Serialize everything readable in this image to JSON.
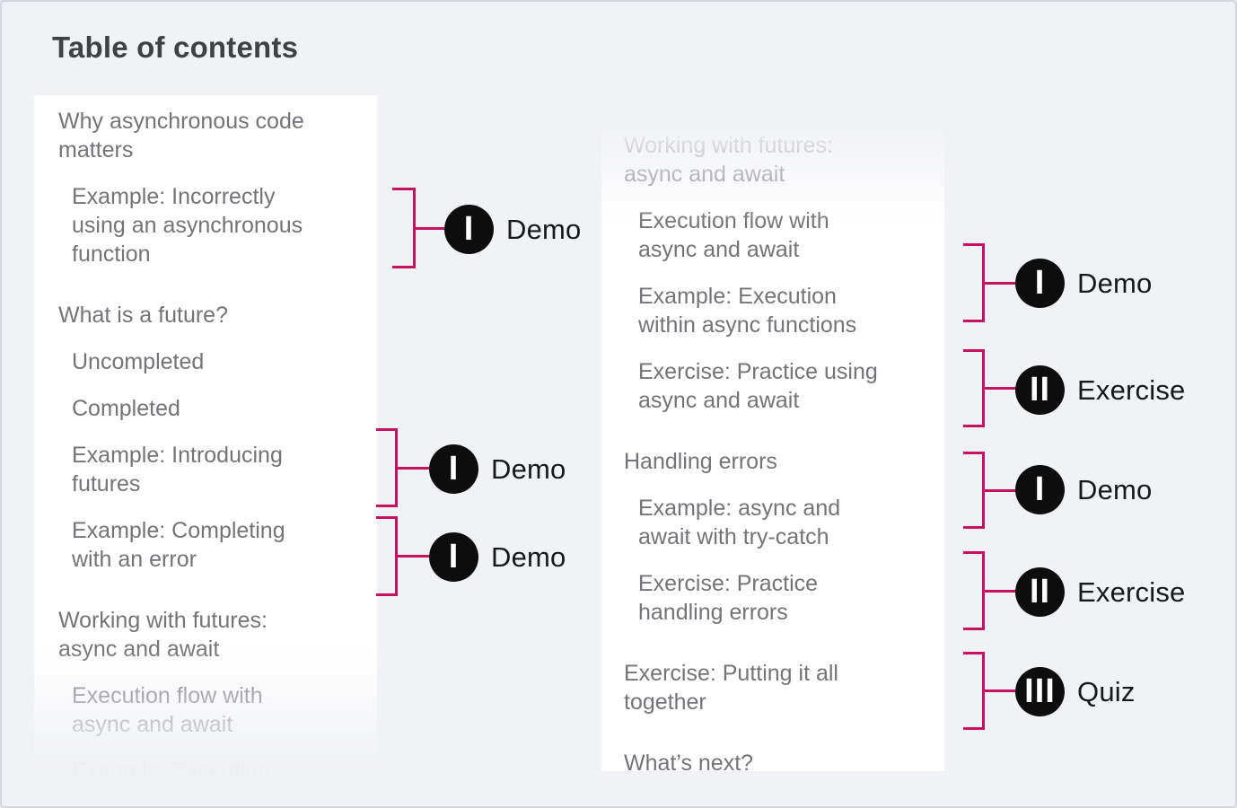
{
  "title": "Table of contents",
  "colors": {
    "background": "#F1F2F5",
    "panel": "#FFFFFF",
    "accent_bracket": "#C51162",
    "entry_text": "#747478",
    "title_text": "#3F4145",
    "badge_background": "#0D0D0D",
    "badge_numeral": "#FFFFFF",
    "badge_label": "#17181A"
  },
  "column1": {
    "entries": [
      {
        "level": 1,
        "text": "Why asynchronous code\nmatters"
      },
      {
        "level": 2,
        "text": "Example: Incorrectly\nusing an asynchronous\nfunction"
      },
      {
        "level": 1,
        "text": "What is a future?"
      },
      {
        "level": 2,
        "text": "Uncompleted"
      },
      {
        "level": 2,
        "text": "Completed"
      },
      {
        "level": 2,
        "text": "Example: Introducing\nfutures"
      },
      {
        "level": 2,
        "text": "Example: Completing\nwith an error"
      },
      {
        "level": 1,
        "text": "Working with futures:\nasync and await"
      },
      {
        "level": 2,
        "text": "Execution flow with\nasync and await"
      },
      {
        "level": 2,
        "text": "Example: Execution"
      }
    ]
  },
  "column2": {
    "entries": [
      {
        "level": 1,
        "text": "Working with futures:\nasync and await"
      },
      {
        "level": 2,
        "text": "Execution flow with\nasync and await"
      },
      {
        "level": 2,
        "text": "Example: Execution\nwithin async functions"
      },
      {
        "level": 2,
        "text": "Exercise: Practice using\nasync and await"
      },
      {
        "level": 1,
        "text": "Handling errors"
      },
      {
        "level": 2,
        "text": "Example: async and\nawait with try-catch"
      },
      {
        "level": 2,
        "text": "Exercise: Practice\nhandling errors"
      },
      {
        "level": 1,
        "text": "Exercise: Putting it all\ntogether"
      },
      {
        "level": 1,
        "text": "What’s next?"
      }
    ]
  },
  "callouts": [
    {
      "numeral": "I",
      "label": "Demo"
    },
    {
      "numeral": "I",
      "label": "Demo"
    },
    {
      "numeral": "I",
      "label": "Demo"
    },
    {
      "numeral": "I",
      "label": "Demo"
    },
    {
      "numeral": "II",
      "label": "Exercise"
    },
    {
      "numeral": "I",
      "label": "Demo"
    },
    {
      "numeral": "II",
      "label": "Exercise"
    },
    {
      "numeral": "III",
      "label": "Quiz"
    }
  ]
}
